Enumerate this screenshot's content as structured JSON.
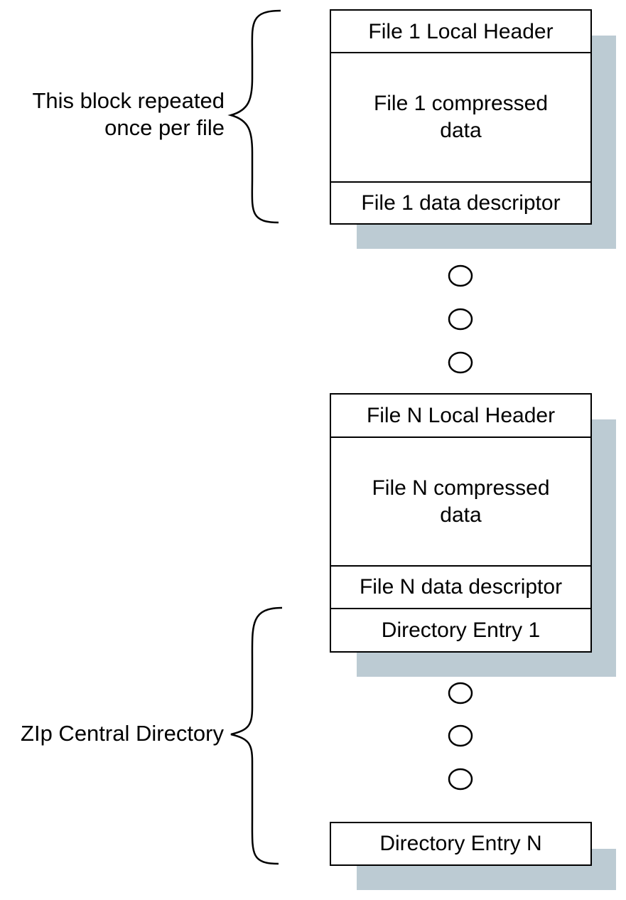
{
  "diagram": {
    "title": "",
    "colors": {
      "shadow": "#bccbd3",
      "stroke": "#000000",
      "box_fill": "#ffffff"
    },
    "file_1_block": {
      "local_header": "File 1 Local Header",
      "compressed_data": "File 1 compressed\ndata",
      "data_descriptor": "File 1 data descriptor"
    },
    "file_n_block": {
      "local_header": "File N Local Header",
      "compressed_data": "File N compressed\ndata",
      "data_descriptor": "File N data descriptor",
      "directory_entry_1": "Directory Entry 1"
    },
    "directory_entry_n": "Directory Entry N",
    "brace_labels": {
      "repeated_block": "This block repeated\nonce per file",
      "central_directory": "ZIp Central Directory"
    },
    "ellipsis_icon": "circle-dots"
  }
}
